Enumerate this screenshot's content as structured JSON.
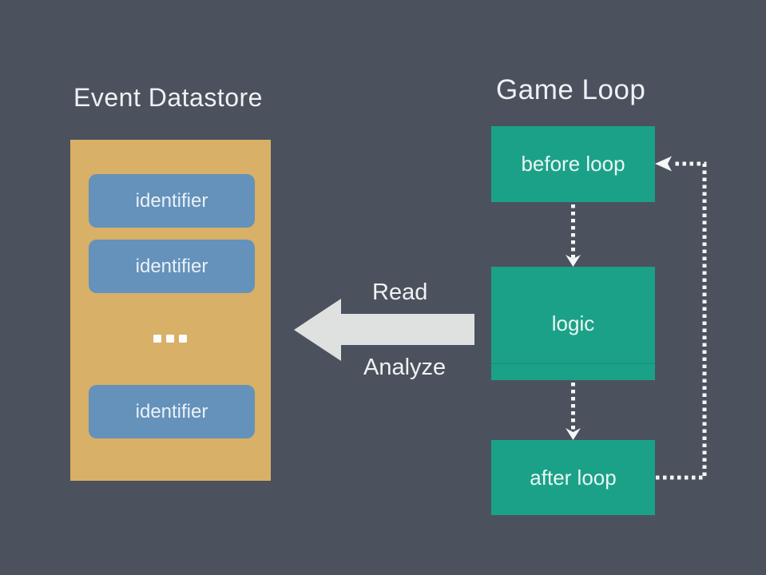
{
  "page": {
    "background_color": "#4b525e",
    "text_color": "#eef1f4"
  },
  "datastore": {
    "title": "Event Datastore",
    "panel_color": "#d8b067",
    "item_color": "#6492bb",
    "items": [
      "identifier",
      "identifier",
      "identifier"
    ],
    "ellipsis": "..."
  },
  "transfer": {
    "read_label": "Read",
    "analyze_label": "Analyze",
    "arrow_color": "#dfe1e1",
    "arrow_direction": "left"
  },
  "game_loop": {
    "title": "Game Loop",
    "node_color": "#1ca189",
    "connector_color": "#f4f6f7",
    "nodes": [
      "before loop",
      "logic",
      "after loop"
    ]
  }
}
